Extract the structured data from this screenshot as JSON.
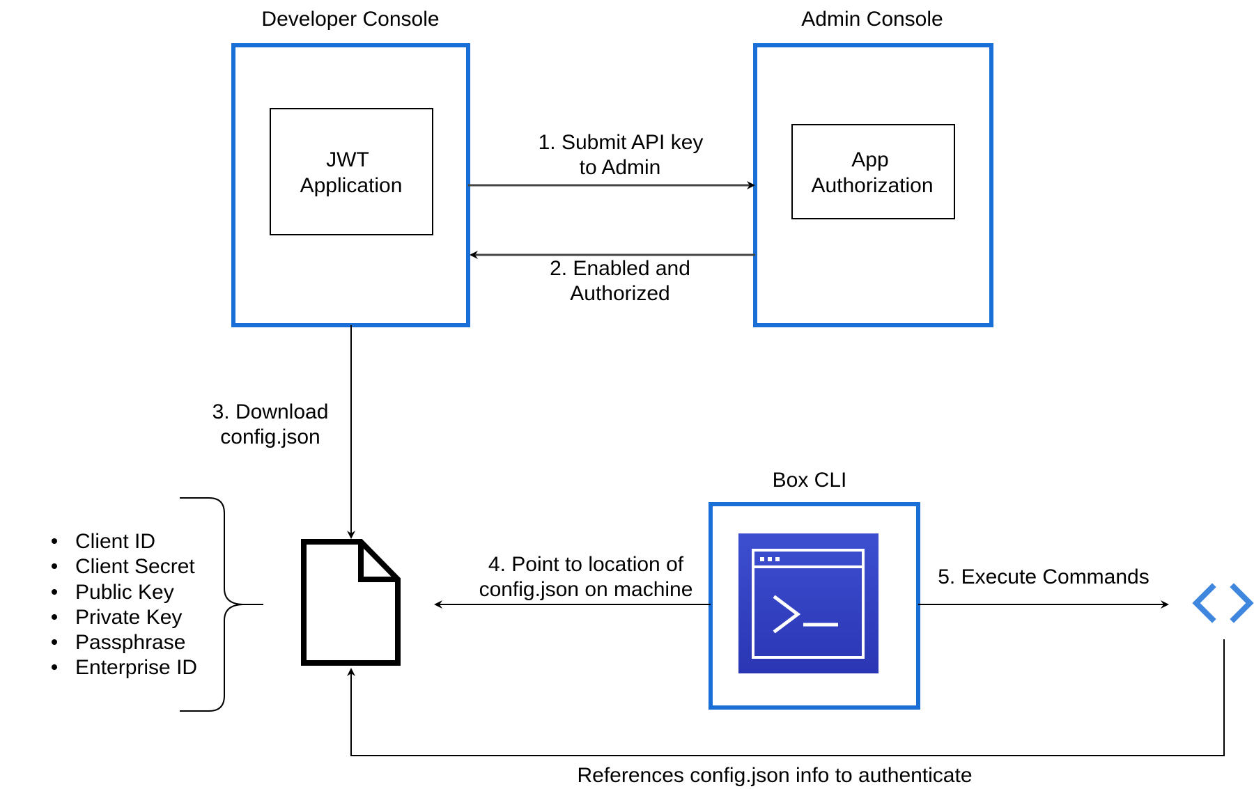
{
  "colors": {
    "accent_blue": "#1a6fd6",
    "terminal_bg_top": "#3d4fd0",
    "terminal_bg_bottom": "#2a36b4",
    "line": "#000000",
    "connector": "#444444",
    "code_icon": "#3f86de"
  },
  "developer_console": {
    "title": "Developer Console",
    "inner_line1": "JWT",
    "inner_line2": "Application"
  },
  "admin_console": {
    "title": "Admin Console",
    "inner_line1": "App",
    "inner_line2": "Authorization"
  },
  "box_cli": {
    "title": "Box CLI",
    "icon": "terminal-icon"
  },
  "arrows": {
    "step1_line1": "1. Submit API key",
    "step1_line2": "to Admin",
    "step2_line1": "2. Enabled and",
    "step2_line2": "Authorized",
    "step3_line1": "3. Download",
    "step3_line2": "config.json",
    "step4_line1": "4. Point to location of",
    "step4_line2": "config.json on machine",
    "step5": "5. Execute Commands",
    "reference": "References config.json info to authenticate"
  },
  "config_items": [
    "Client ID",
    "Client Secret",
    "Public Key",
    "Private Key",
    "Passphrase",
    "Enterprise ID"
  ],
  "icons": {
    "file": "file-icon",
    "code": "code-icon"
  }
}
